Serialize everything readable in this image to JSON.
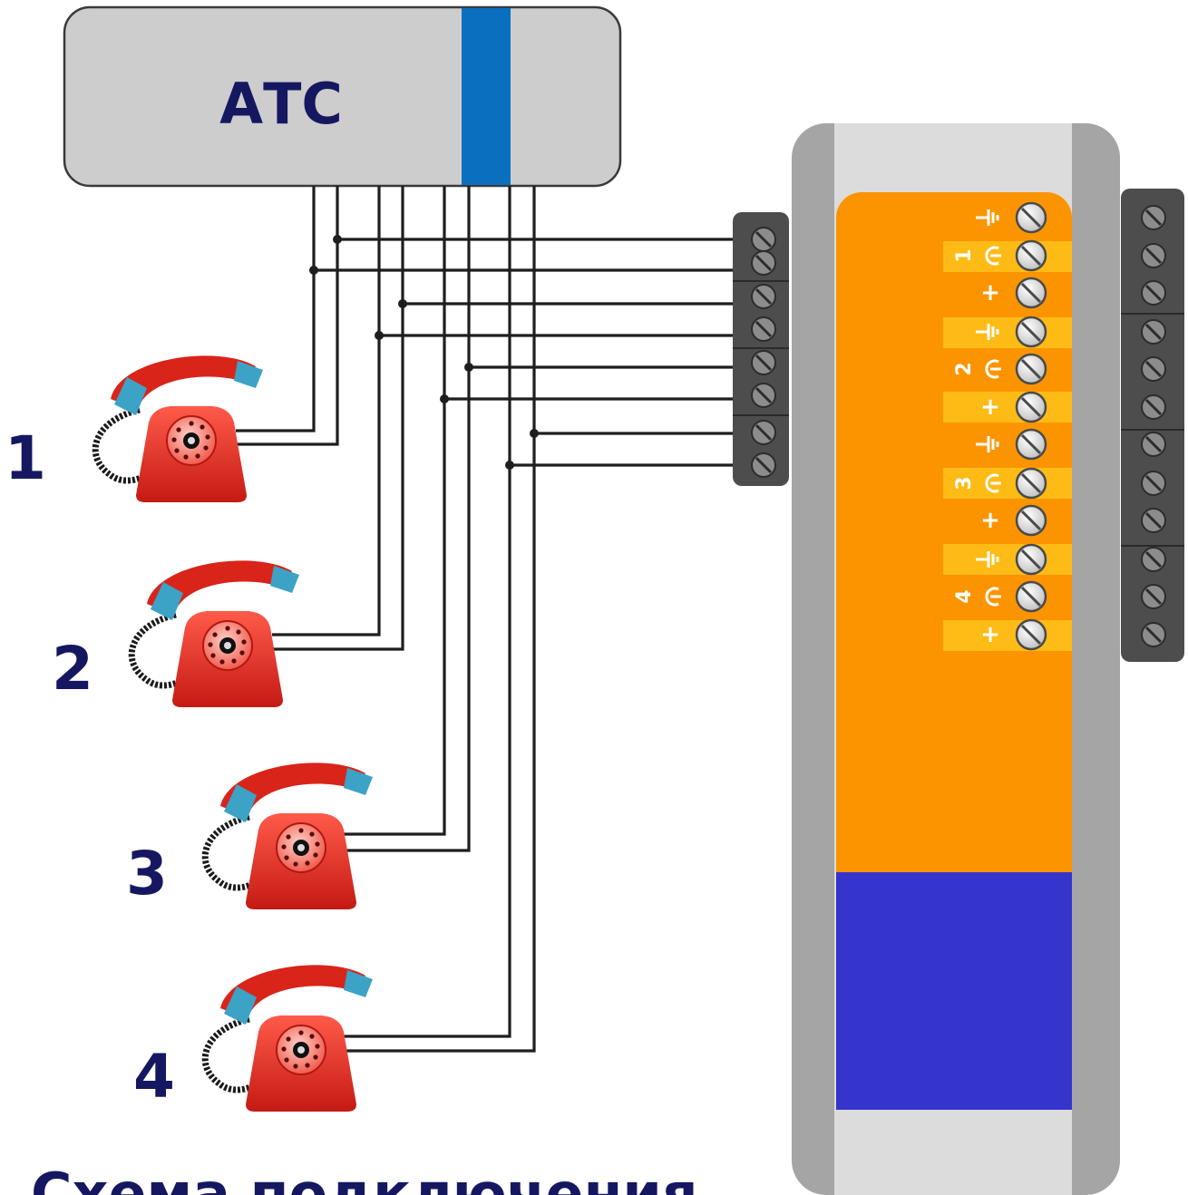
{
  "pbx": {
    "label": "АТС"
  },
  "phones": [
    {
      "number": "1"
    },
    {
      "number": "2"
    },
    {
      "number": "3"
    },
    {
      "number": "4"
    }
  ],
  "device": {
    "groups": [
      {
        "number": "1",
        "plus": "+"
      },
      {
        "number": "2",
        "plus": "+"
      },
      {
        "number": "3",
        "plus": "+"
      },
      {
        "number": "4",
        "plus": "+"
      }
    ]
  },
  "caption": {
    "text": "Схема подключения"
  },
  "colors": {
    "navy": "#151860",
    "pbx_body": "#cdcdcd",
    "pbx_stripe": "#0a6fbf",
    "device_orange": "#fc9400",
    "device_blue": "#3534cc",
    "device_frame": "#a5a5a5",
    "terminal_block": "#4d4d4d",
    "phone_red": "#e02a22"
  }
}
